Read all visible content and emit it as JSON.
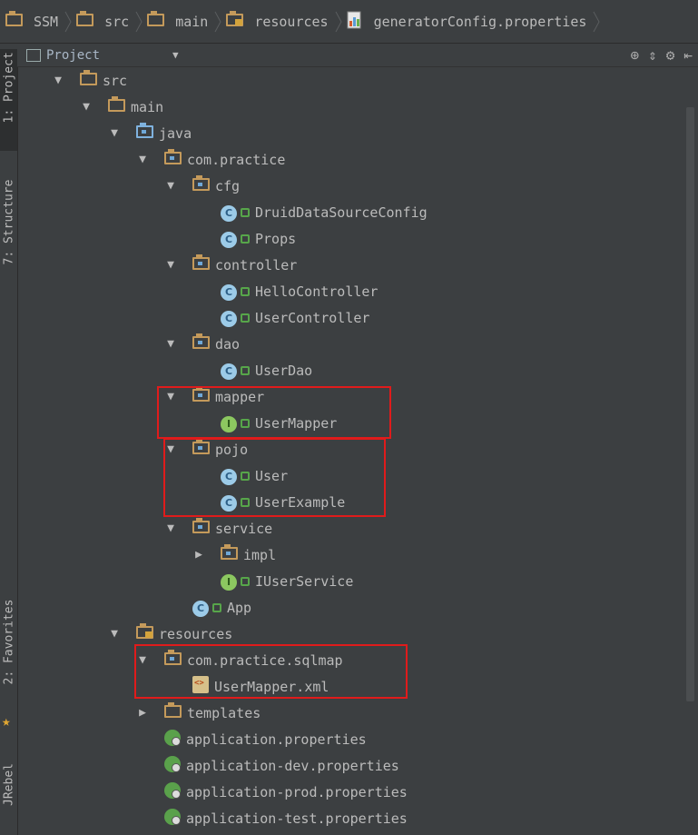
{
  "breadcrumbs": [
    {
      "label": "SSM",
      "icon": "folder-icon"
    },
    {
      "label": "src",
      "icon": "folder-icon"
    },
    {
      "label": "main",
      "icon": "folder-icon"
    },
    {
      "label": "resources",
      "icon": "resources-folder-icon"
    },
    {
      "label": "generatorConfig.properties",
      "icon": "properties-file-icon"
    }
  ],
  "tool_strip": {
    "project": "1: Project",
    "structure": "7: Structure",
    "favorites": "2: Favorites",
    "jrebel": "JRebel"
  },
  "project_header": {
    "label": "Project"
  },
  "tree": [
    {
      "label": "src",
      "indent": 0,
      "expanded": true,
      "icon": "folder"
    },
    {
      "label": "main",
      "indent": 1,
      "expanded": true,
      "icon": "folder"
    },
    {
      "label": "java",
      "indent": 2,
      "expanded": true,
      "icon": "src-folder"
    },
    {
      "label": "com.practice",
      "indent": 3,
      "expanded": true,
      "icon": "package"
    },
    {
      "label": "cfg",
      "indent": 4,
      "expanded": true,
      "icon": "package"
    },
    {
      "label": "DruidDataSourceConfig",
      "indent": 5,
      "icon": "class"
    },
    {
      "label": "Props",
      "indent": 5,
      "icon": "class"
    },
    {
      "label": "controller",
      "indent": 4,
      "expanded": true,
      "icon": "package"
    },
    {
      "label": "HelloController",
      "indent": 5,
      "icon": "class"
    },
    {
      "label": "UserController",
      "indent": 5,
      "icon": "class"
    },
    {
      "label": "dao",
      "indent": 4,
      "expanded": true,
      "icon": "package"
    },
    {
      "label": "UserDao",
      "indent": 5,
      "icon": "class"
    },
    {
      "label": "mapper",
      "indent": 4,
      "expanded": true,
      "icon": "package"
    },
    {
      "label": "UserMapper",
      "indent": 5,
      "icon": "interface"
    },
    {
      "label": "pojo",
      "indent": 4,
      "expanded": true,
      "icon": "package"
    },
    {
      "label": "User",
      "indent": 5,
      "icon": "class"
    },
    {
      "label": "UserExample",
      "indent": 5,
      "icon": "class"
    },
    {
      "label": "service",
      "indent": 4,
      "expanded": true,
      "icon": "package"
    },
    {
      "label": "impl",
      "indent": 5,
      "expanded": false,
      "icon": "package"
    },
    {
      "label": "IUserService",
      "indent": 5,
      "icon": "interface"
    },
    {
      "label": "App",
      "indent": 4,
      "icon": "springboot-class"
    },
    {
      "label": "resources",
      "indent": 2,
      "expanded": true,
      "icon": "resources-folder"
    },
    {
      "label": "com.practice.sqlmap",
      "indent": 3,
      "expanded": true,
      "icon": "package"
    },
    {
      "label": "UserMapper.xml",
      "indent": 4,
      "icon": "xml"
    },
    {
      "label": "templates",
      "indent": 3,
      "expanded": false,
      "icon": "folder"
    },
    {
      "label": "application.properties",
      "indent": 3,
      "icon": "spring-properties"
    },
    {
      "label": "application-dev.properties",
      "indent": 3,
      "icon": "spring-properties"
    },
    {
      "label": "application-prod.properties",
      "indent": 3,
      "icon": "spring-properties"
    },
    {
      "label": "application-test.properties",
      "indent": 3,
      "icon": "spring-properties"
    }
  ],
  "highlight_color": "#e01b1b"
}
